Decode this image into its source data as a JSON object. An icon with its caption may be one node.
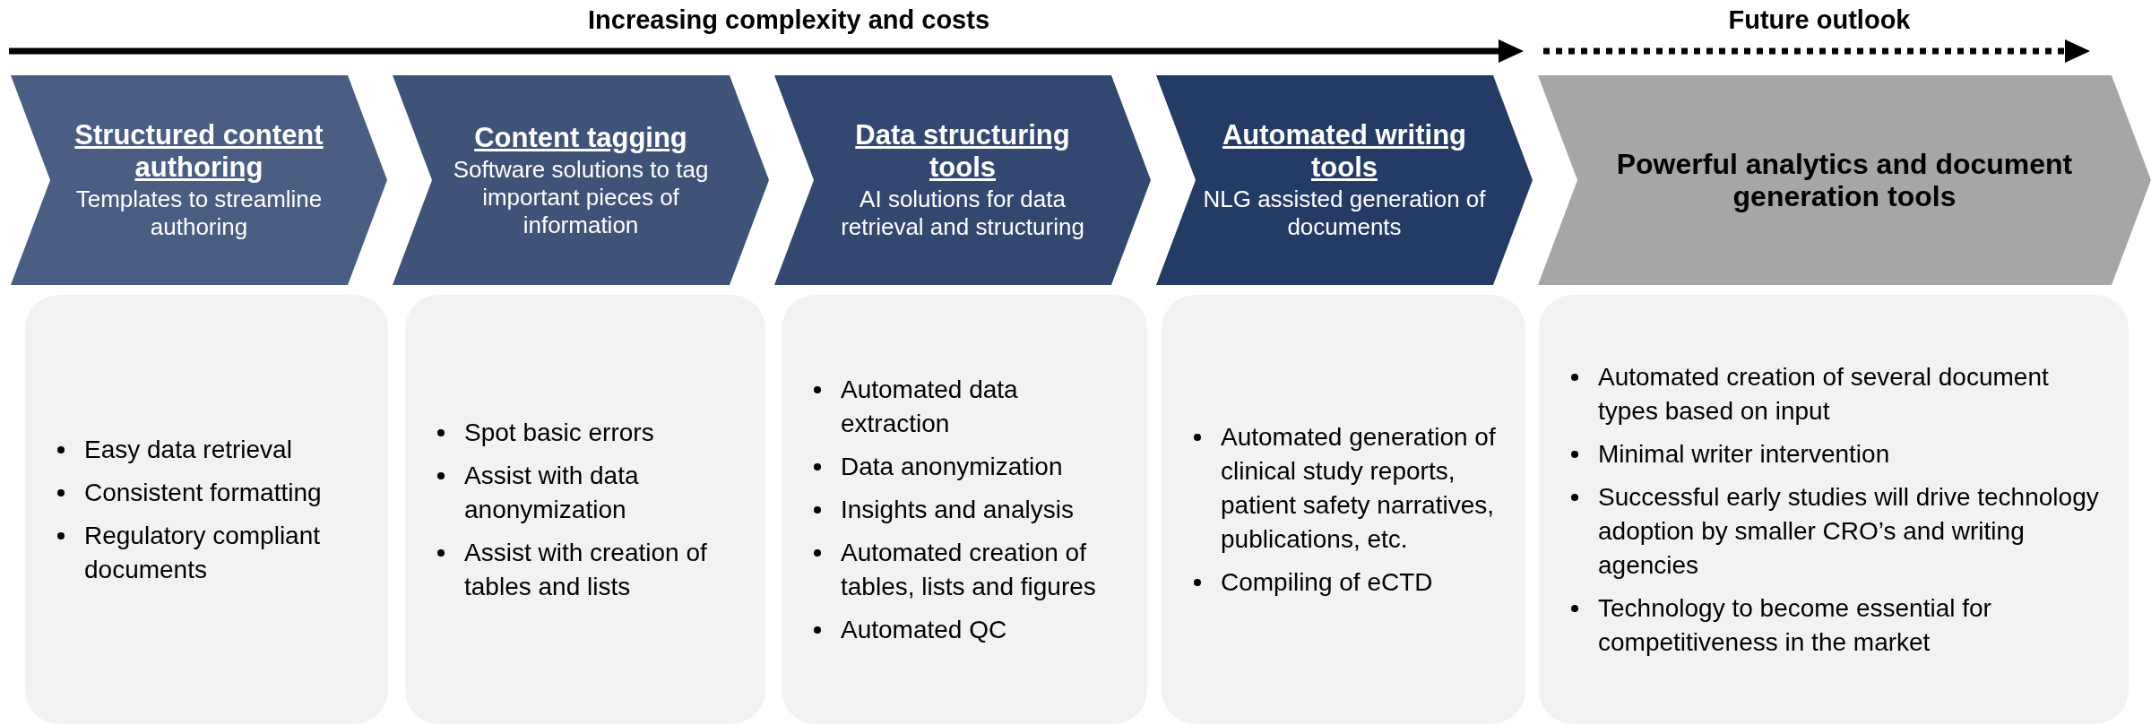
{
  "diagram": {
    "nodes": [
      {
        "text": [
          "Structured content authoring",
          "Templates to streamline authoring"
        ]
      },
      {
        "text": [
          "Content tagging",
          "Software solutions to tag important pieces of information"
        ]
      },
      {
        "text": [
          "Data structuring tools",
          "AI solutions for data retrieval and structuring"
        ]
      },
      {
        "text": [
          "Automated writing tools",
          "NLG assisted generation of documents"
        ]
      },
      {
        "text": [
          "Powerful analytics and document generation tools"
        ]
      },
      {
        "text": [
          "Easy data retrieval",
          "Consistent formatting",
          "Regulatory compliant documents"
        ]
      },
      {
        "text": [
          "Spot basic errors",
          "Assist with data anonymization",
          "Assist with creation of tables and lists"
        ]
      },
      {
        "text": [
          "Automated data extraction",
          "Data anonymization",
          "Insights and analysis",
          "Automated creation of tables, lists and figures",
          "Automated QC"
        ]
      },
      {
        "text": [
          "Automated generation of clinical study reports, patient safety narratives, publications, etc.",
          "Compiling of eCTD"
        ]
      },
      {
        "text": [
          "Automated creation of several document types based on input",
          "Minimal writer intervention",
          "Successful early studies will drive technology adoption by smaller CRO’s and writing agencies",
          "Technology to become essential for competitiveness in the market"
        ]
      }
    ],
    "edges": [],
    "labels": [
      "Increasing complexity and costs",
      "Future outlook"
    ]
  }
}
